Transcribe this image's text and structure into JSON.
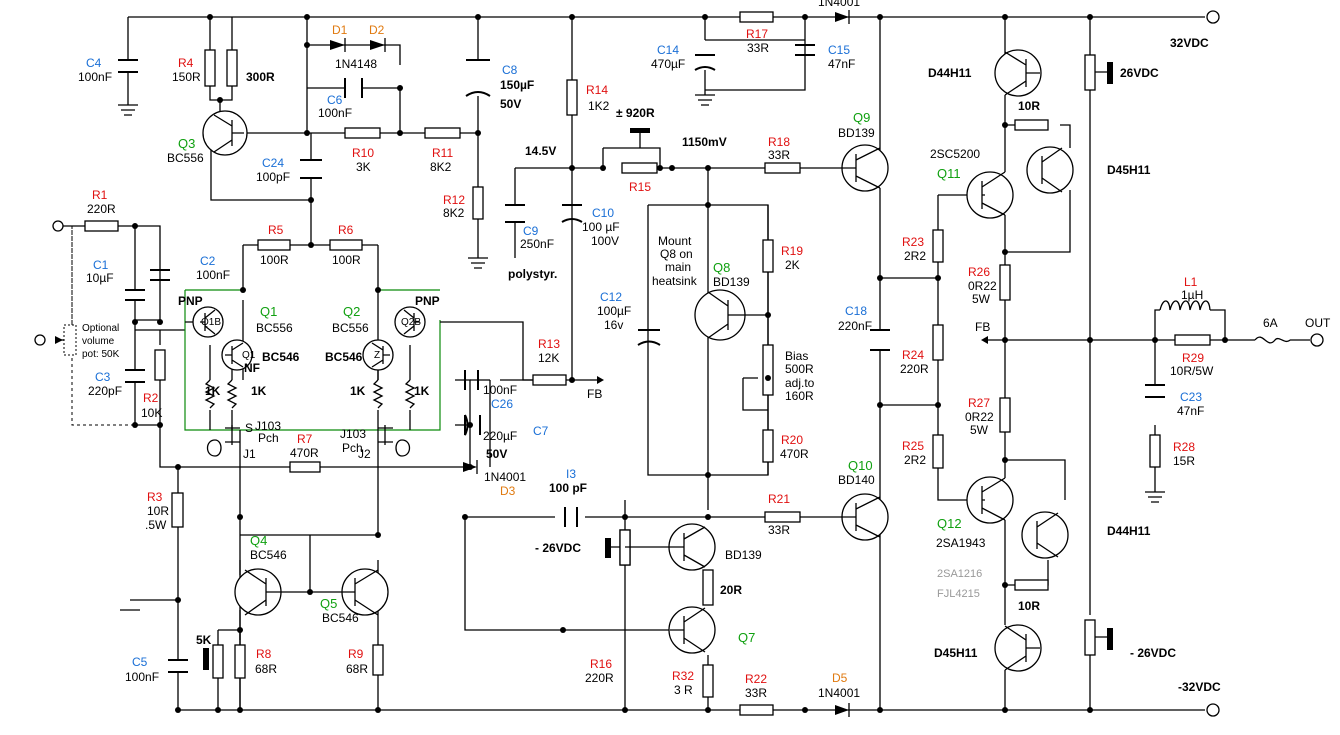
{
  "rails": {
    "pos": "32VDC",
    "neg": "-32VDC",
    "bias_pos": "26VDC",
    "bias_neg": "- 26VDC",
    "bias_neg2": "- 26VDC"
  },
  "nodes": {
    "n145": "14.5V",
    "mv1150": "1150mV",
    "fb": "FB",
    "out": "OUT",
    "fuse": "6A",
    "fb_arrow": "FB"
  },
  "notes": {
    "pot_opt_1": "Optional",
    "pot_opt_2": "volume",
    "pot_opt_3": "pot: 50K",
    "mount_1": "Mount",
    "mount_2": "Q8 on",
    "mount_3": "main",
    "mount_4": "heatsink",
    "polystyr": "polystyr.",
    "bias_1": "Bias",
    "bias_2": "500R",
    "bias_3": "adj.to",
    "bias_4": "160R",
    "pnp1": "PNP",
    "pnp2": "PNP",
    "nf": "NF",
    "pch1": "Pch",
    "pch2": "Pch",
    "s_label": "S",
    "j103a": "J103",
    "j103b": "J103",
    "trim920": "± 920R"
  },
  "resistors": [
    {
      "ref": "R1",
      "val": "220R"
    },
    {
      "ref": "R2",
      "val": "10K"
    },
    {
      "ref": "R3",
      "val": "10R",
      "val2": ".5W"
    },
    {
      "ref": "R4",
      "val": "150R"
    },
    {
      "ref": "R4b",
      "val": "300R"
    },
    {
      "ref": "R5",
      "val": "100R"
    },
    {
      "ref": "R6",
      "val": "100R"
    },
    {
      "ref": "R7",
      "val": "470R"
    },
    {
      "ref": "R8",
      "val": "68R"
    },
    {
      "ref": "R9",
      "val": "68R"
    },
    {
      "ref": "R10",
      "val": "3K"
    },
    {
      "ref": "R11",
      "val": "8K2"
    },
    {
      "ref": "R12",
      "val": "8K2"
    },
    {
      "ref": "R13",
      "val": "12K"
    },
    {
      "ref": "R14",
      "val": "1K2"
    },
    {
      "ref": "R15",
      "val": ""
    },
    {
      "ref": "R16",
      "val": "220R"
    },
    {
      "ref": "R17",
      "val": "33R"
    },
    {
      "ref": "R18",
      "val": "33R"
    },
    {
      "ref": "R19",
      "val": "2K"
    },
    {
      "ref": "R20",
      "val": "470R"
    },
    {
      "ref": "R21",
      "val": "33R"
    },
    {
      "ref": "R22",
      "val": "33R"
    },
    {
      "ref": "R23",
      "val": "2R2"
    },
    {
      "ref": "R24",
      "val": "220R"
    },
    {
      "ref": "R25",
      "val": "2R2"
    },
    {
      "ref": "R26",
      "val": "0R22",
      "val2": "5W"
    },
    {
      "ref": "R27",
      "val": "0R22",
      "val2": "5W"
    },
    {
      "ref": "R28",
      "val": "15R"
    },
    {
      "ref": "R29",
      "val": "10R/5W"
    },
    {
      "ref": "R32",
      "val": "3 R"
    },
    {
      "ref": "Rt5K",
      "val": "5K"
    },
    {
      "ref": "R1K1",
      "val": "1K"
    },
    {
      "ref": "R1K2",
      "val": "1K"
    },
    {
      "ref": "R1K3",
      "val": "1K"
    },
    {
      "ref": "R1K4",
      "val": "1K"
    },
    {
      "ref": "R20R",
      "val": "20R"
    },
    {
      "ref": "R10Ra",
      "val": "10R"
    },
    {
      "ref": "R10Rb",
      "val": "10R"
    }
  ],
  "capacitors": [
    {
      "ref": "C1",
      "val": "10µF"
    },
    {
      "ref": "C2",
      "val": "100nF"
    },
    {
      "ref": "C3",
      "val": "220pF"
    },
    {
      "ref": "C4",
      "val": "100nF"
    },
    {
      "ref": "C5",
      "val": "100nF"
    },
    {
      "ref": "C6",
      "val": "100nF"
    },
    {
      "ref": "C7",
      "val": "C7"
    },
    {
      "ref": "C8",
      "val": "150µF",
      "val2": "50V"
    },
    {
      "ref": "C9",
      "val": "250nF"
    },
    {
      "ref": "C10",
      "val": "100 µF",
      "val2": "100V"
    },
    {
      "ref": "C12",
      "val": "100µF",
      "val2": "16v"
    },
    {
      "ref": "C14",
      "val": "470µF"
    },
    {
      "ref": "C15",
      "val": "47nF"
    },
    {
      "ref": "C18",
      "val": "220nF"
    },
    {
      "ref": "C23",
      "val": "47nF"
    },
    {
      "ref": "C24",
      "val": "100pF"
    },
    {
      "ref": "C26",
      "val": "220µF",
      "val2": "50V"
    },
    {
      "ref": "C26b",
      "val": "100nF"
    },
    {
      "ref": "I3",
      "val": "100 pF"
    }
  ],
  "transistors": [
    {
      "ref": "Q1",
      "part": "BC556"
    },
    {
      "ref": "Q1b",
      "part": "BC546"
    },
    {
      "ref": "Q2",
      "part": "BC556"
    },
    {
      "ref": "Q2b",
      "part": "BC546"
    },
    {
      "ref": "Q3",
      "part": "BC556"
    },
    {
      "ref": "Q4",
      "part": "BC546"
    },
    {
      "ref": "Q5",
      "part": "BC546"
    },
    {
      "ref": "Q7",
      "part": "BD139"
    },
    {
      "ref": "Q8",
      "part": "BD139"
    },
    {
      "ref": "Q9",
      "part": "BD139"
    },
    {
      "ref": "Q10",
      "part": "BD140"
    },
    {
      "ref": "Q11",
      "part": "2SC5200"
    },
    {
      "ref": "Q12",
      "part": "2SA1943"
    },
    {
      "ref": "Qd1",
      "part": "D44H11"
    },
    {
      "ref": "Qd2",
      "part": "D45H11"
    },
    {
      "ref": "Qd3",
      "part": "D44H11"
    },
    {
      "ref": "Qd4",
      "part": "D45H11"
    },
    {
      "ref": "J1",
      "part": "J1"
    },
    {
      "ref": "J2",
      "part": "J2"
    }
  ],
  "diodes": [
    {
      "ref": "D1",
      "part": "1N4148"
    },
    {
      "ref": "D2",
      "part": ""
    },
    {
      "ref": "D3",
      "part": "1N4001"
    },
    {
      "ref": "D5",
      "part": "1N4001"
    },
    {
      "ref": "Dtop",
      "part": "1N4001"
    }
  ],
  "inductor": {
    "ref": "L1",
    "val": "1µH"
  },
  "alt_parts": {
    "a": "2SA1216",
    "b": "FJL4215"
  },
  "inner_labels": {
    "q1b": "Q1B",
    "q1": "Q1",
    "q2b": "Q2B",
    "z": "Z"
  }
}
